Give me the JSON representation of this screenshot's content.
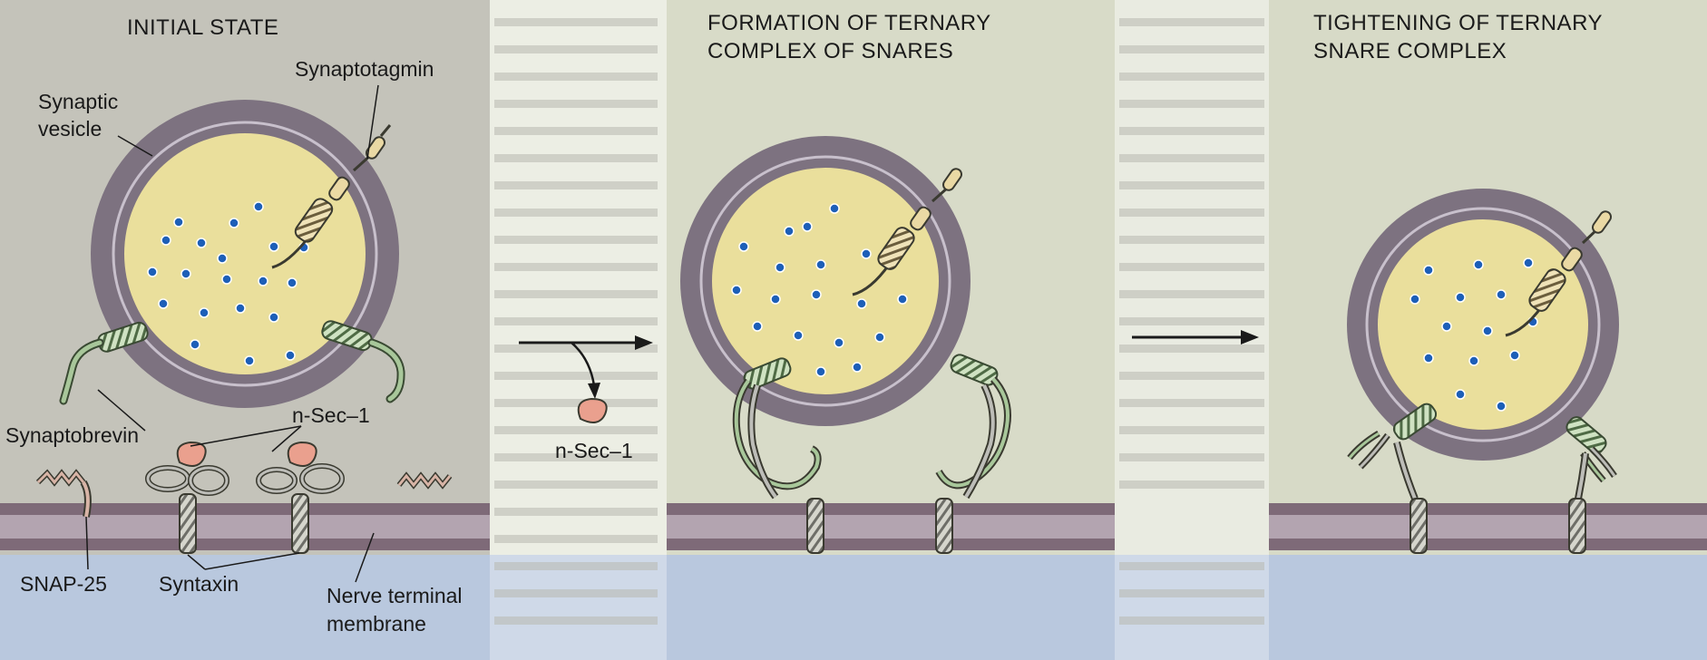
{
  "panels": [
    {
      "title_lines": [
        "INITIAL STATE"
      ]
    },
    {
      "title_lines": [
        "FORMATION OF TERNARY",
        "COMPLEX OF SNARES"
      ]
    },
    {
      "title_lines": [
        "TIGHTENING OF TERNARY",
        "SNARE COMPLEX"
      ]
    }
  ],
  "labels": {
    "synaptic_vesicle": [
      "Synaptic",
      "vesicle"
    ],
    "synaptotagmin": "Synaptotagmin",
    "synaptobrevin": "Synaptobrevin",
    "n_sec_1_top": "n-Sec–1",
    "n_sec_1_released": "n-Sec–1",
    "snap_25": "SNAP-25",
    "syntaxin": "Syntaxin",
    "nerve_terminal_membrane": [
      "Nerve terminal",
      "membrane"
    ]
  },
  "colors": {
    "background_gray": "#c9c6bd",
    "paper_light": "#d9dbc8",
    "membrane": "#7e6a78",
    "vesicle_ring": "#7d7280",
    "vesicle_inner_line": "#b8b0bd",
    "vesicle_lumen": "#eadf9c",
    "dots": "#1d5fb8",
    "synaptobrevin": "#a8c79a",
    "syntaxin": "#bdbdb8",
    "synaptotagmin": "#ead9a4",
    "n_sec_1": "#eaa08e",
    "snap_25": "#d8b4a6",
    "lower_blue": "#b9c8de"
  }
}
